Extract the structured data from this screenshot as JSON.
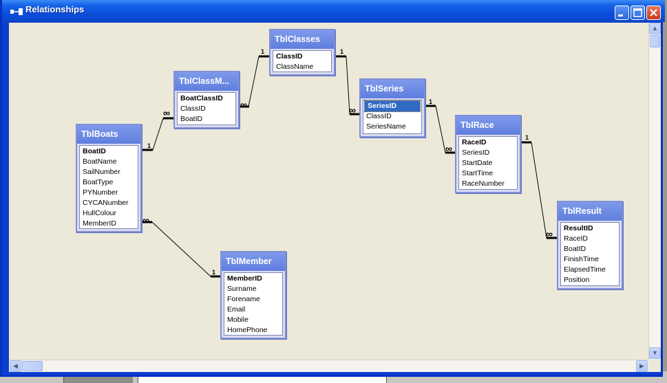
{
  "window": {
    "title": "Relationships"
  },
  "tables": {
    "boats": {
      "name": "TblBoats",
      "fields": [
        "BoatID",
        "BoatName",
        "SailNumber",
        "BoatType",
        "PYNumber",
        "CYCANumber",
        "HullColour",
        "MemberID"
      ]
    },
    "classmembers": {
      "name": "TblClassM...",
      "fields": [
        "BoatClassID",
        "ClassID",
        "BoatID"
      ]
    },
    "classes": {
      "name": "TblClasses",
      "fields": [
        "ClassID",
        "ClassName"
      ]
    },
    "series": {
      "name": "TblSeries",
      "fields": [
        "SeriesID",
        "ClassID",
        "SeriesName"
      ]
    },
    "race": {
      "name": "TblRace",
      "fields": [
        "RaceID",
        "SeriesID",
        "StartDate",
        "StartTime",
        "RaceNumber"
      ]
    },
    "result": {
      "name": "TblResult",
      "fields": [
        "ResultID",
        "RaceID",
        "BoatID",
        "FinishTime",
        "ElapsedTime",
        "Position"
      ]
    },
    "member": {
      "name": "TblMember",
      "fields": [
        "MemberID",
        "Surname",
        "Forename",
        "Email",
        "Mobile",
        "HomePhone"
      ]
    }
  },
  "relationships": [
    {
      "from": "TblBoats.BoatID",
      "to": "TblClassM....BoatID",
      "one_label": "1",
      "many_label": "∞"
    },
    {
      "from": "TblClasses.ClassID",
      "to": "TblClassM....ClassID",
      "one_label": "1",
      "many_label": "∞"
    },
    {
      "from": "TblClasses.ClassID",
      "to": "TblSeries.ClassID",
      "one_label": "1",
      "many_label": "∞"
    },
    {
      "from": "TblSeries.SeriesID",
      "to": "TblRace.SeriesID",
      "one_label": "1",
      "many_label": "∞"
    },
    {
      "from": "TblRace.RaceID",
      "to": "TblResult.RaceID",
      "one_label": "1",
      "many_label": "∞"
    },
    {
      "from": "TblMember.MemberID",
      "to": "TblBoats.MemberID",
      "one_label": "1",
      "many_label": "∞"
    }
  ],
  "colors": {
    "titlebar": "#0b4fdb",
    "table_header": "#6b87e3",
    "canvas": "#ece9d8",
    "selection": "#316ac5"
  },
  "icons": [
    "relationships-icon",
    "minimize-icon",
    "maximize-icon",
    "close-icon",
    "scroll-up-icon",
    "scroll-down-icon",
    "scroll-left-icon",
    "scroll-right-icon"
  ]
}
